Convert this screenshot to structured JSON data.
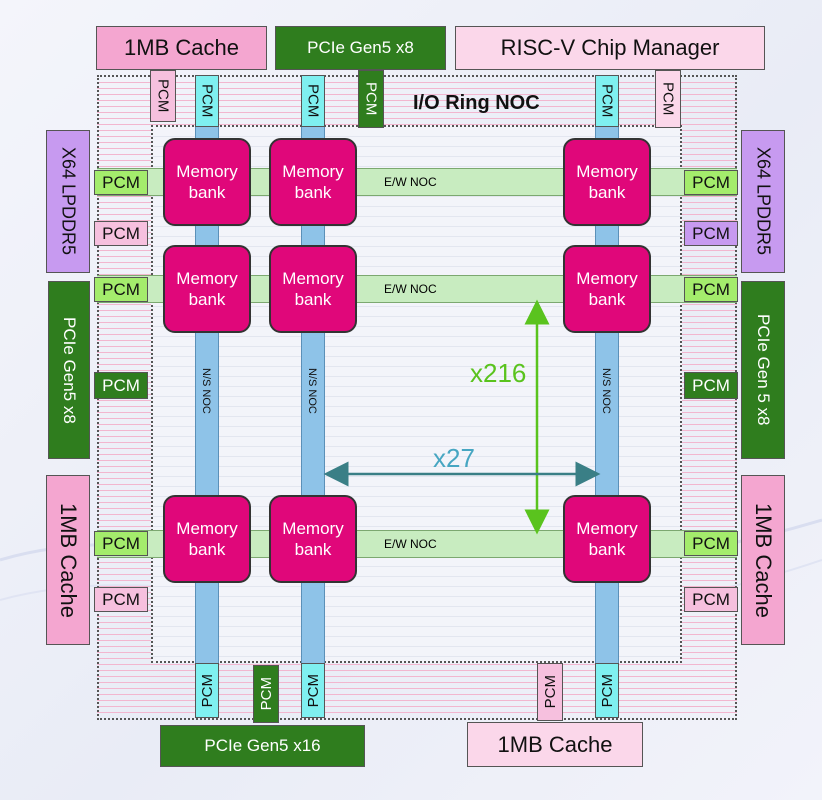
{
  "labels": {
    "cache_top_left": "1MB Cache",
    "pcie_top": "PCIe Gen5 x8",
    "risc_v": "RISC-V Chip Manager",
    "io_ring": "I/O Ring NOC",
    "pcm": "PCM",
    "memory_line1": "Memory",
    "memory_line2": "bank",
    "ew_noc": "E/W NOC",
    "ns_noc": "N/S NOC",
    "lpddr_left": "X64 LPDDR5",
    "lpddr_right": "X64 LPDDR5",
    "pcie_left": "PCIe Gen5 x8",
    "pcie_right": "PCIe Gen 5 x8",
    "cache_left": "1MB Cache",
    "cache_right": "1MB Cache",
    "pcie_bottom": "PCIe Gen5 x16",
    "cache_bottom": "1MB Cache",
    "x216": "x216",
    "x27": "x27"
  },
  "colors": {
    "memory_bank": "#e0077a",
    "pcie_block": "#2f7d1e",
    "ew_noc": "#c8ecc0",
    "ns_noc": "#8ec3e8",
    "x216_arrow": "#5ac31e",
    "x27_arrow": "#3a7f86"
  }
}
